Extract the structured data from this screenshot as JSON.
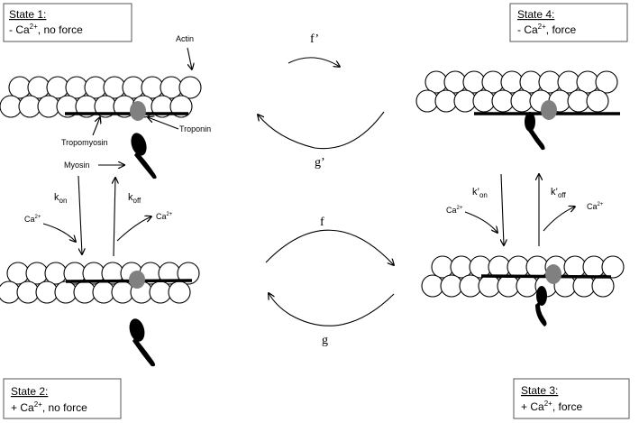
{
  "states": {
    "s1": {
      "title": "State 1:",
      "sign": "- Ca",
      "sup": "2+",
      "rest": ", no force"
    },
    "s2": {
      "title": "State 2:",
      "sign": "+ Ca",
      "sup": "2+",
      "rest": ", no force"
    },
    "s3": {
      "title": "State 3:",
      "sign": "+ Ca",
      "sup": "2+",
      "rest": ", force"
    },
    "s4": {
      "title": "State 4:",
      "sign": "- Ca",
      "sup": "2+",
      "rest": ", force"
    }
  },
  "labels": {
    "actin": "Actin",
    "tropomyosin": "Tropomyosin",
    "troponin": "Troponin",
    "myosin": "Myosin"
  },
  "rates": {
    "f_prime": "f’",
    "g_prime": "g’",
    "f": "f",
    "g": "g",
    "k_on_base": "k",
    "k_on_sub": "on",
    "k_off_base": "k",
    "k_off_sub": "off",
    "kp_on_base": "k’",
    "kp_on_sub": "on",
    "kp_off_base": "k’",
    "kp_off_sub": "off"
  },
  "ions": {
    "ca_base": "Ca",
    "ca_sup": "2+"
  },
  "colors": {
    "line": "#000000",
    "troponin": "#808080",
    "box_border": "#555555"
  }
}
